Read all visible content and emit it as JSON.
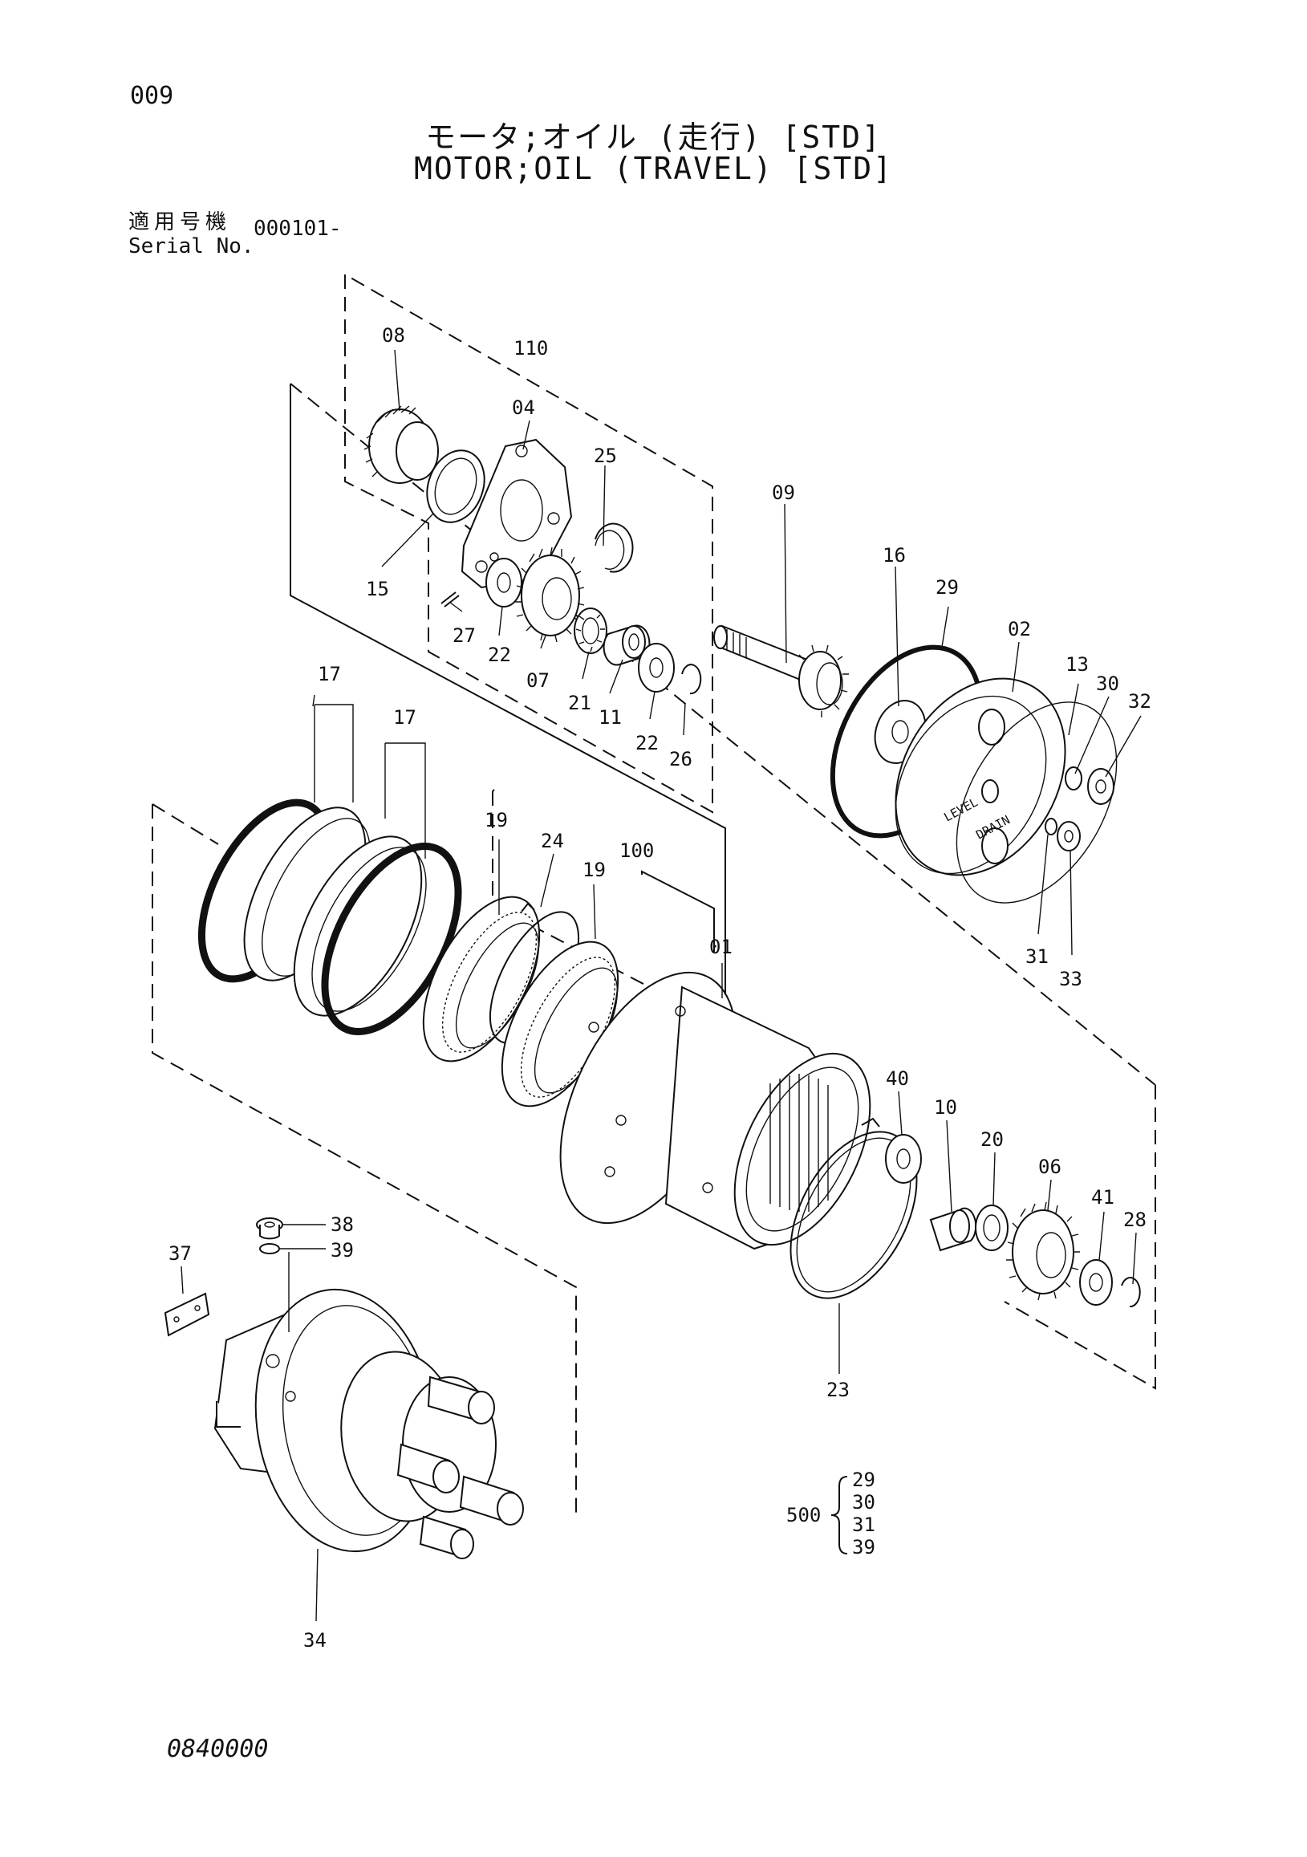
{
  "header": {
    "page_number": "009",
    "title_jp": "モータ;オイル (走行) [STD]",
    "title_en": "MOTOR;OIL (TRAVEL) [STD]",
    "serial_label_jp": "適用号機",
    "serial_label_en": "Serial No.",
    "serial_value": "000101-"
  },
  "callouts": {
    "c08": "08",
    "c110": "110",
    "c04": "04",
    "c25": "25",
    "c15": "15",
    "c27": "27",
    "c22a": "22",
    "c07": "07",
    "c21": "21",
    "c11": "11",
    "c22b": "22",
    "c26": "26",
    "c09": "09",
    "c16": "16",
    "c29": "29",
    "c02": "02",
    "c13": "13",
    "c30": "30",
    "c32": "32",
    "c31": "31",
    "c33": "33",
    "c17a": "17",
    "c17b": "17",
    "c19a": "19",
    "c24": "24",
    "c100": "100",
    "c19b": "19",
    "c01": "01",
    "c40": "40",
    "c10": "10",
    "c20": "20",
    "c06": "06",
    "c41": "41",
    "c28": "28",
    "c23": "23",
    "c37": "37",
    "c38": "38",
    "c39": "39",
    "c34": "34"
  },
  "kit": {
    "number": "500",
    "items": [
      "29",
      "30",
      "31",
      "39"
    ]
  },
  "cover_marking_1": "LEVEL",
  "cover_marking_2": "DRAIN",
  "footer": {
    "doc_code": "0840000"
  }
}
